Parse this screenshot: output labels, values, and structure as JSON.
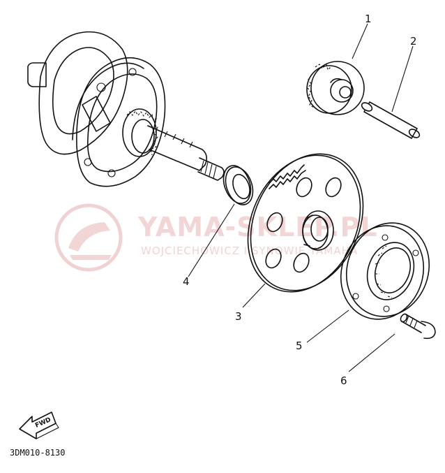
{
  "callouts": [
    {
      "id": "1",
      "text": "1"
    },
    {
      "id": "2",
      "text": "2"
    },
    {
      "id": "3",
      "text": "3"
    },
    {
      "id": "4",
      "text": "4"
    },
    {
      "id": "5",
      "text": "5"
    },
    {
      "id": "6",
      "text": "6"
    }
  ],
  "fwd_label": "FWD",
  "diagram_code": "3DM010-8130",
  "watermark": {
    "title": "YAMA-SKLEP.PL",
    "subtitle": "WOJCIECHOWICZ I SYNOWIE YAMAHA"
  },
  "colors": {
    "line": "#111111",
    "watermark": "#e8b4b4"
  }
}
